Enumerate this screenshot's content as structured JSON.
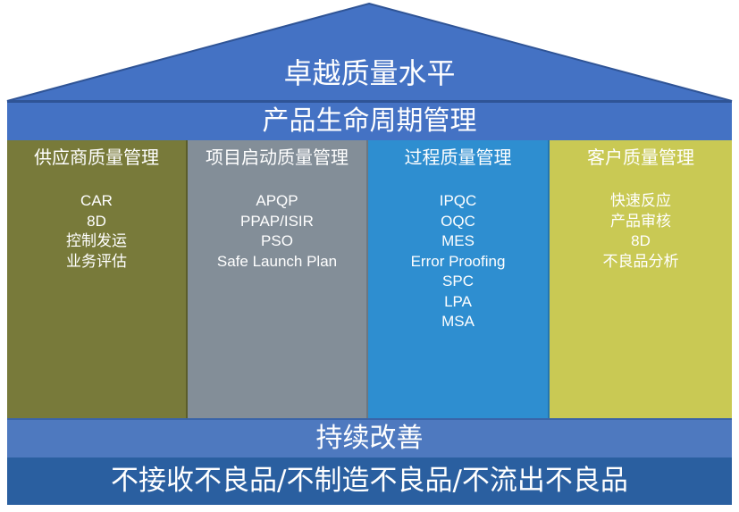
{
  "roof": {
    "title": "卓越质量水平",
    "fill": "#4472c4",
    "stroke": "#2f5496"
  },
  "bands": {
    "lifecycle": "产品生命周期管理",
    "improvement": "持续改善",
    "zero_defect": "不接收不良品/不制造不良品/不流出不良品"
  },
  "pillars": [
    {
      "title": "供应商质量管理",
      "items": [
        "CAR",
        "8D",
        "控制发运",
        "业务评估"
      ],
      "color": "#787a3a"
    },
    {
      "title": "项目启动质量管理",
      "items": [
        "APQP",
        "PPAP/ISIR",
        "PSO",
        "Safe Launch Plan"
      ],
      "color": "#838e98"
    },
    {
      "title": "过程质量管理",
      "items": [
        "IPQC",
        "OQC",
        "MES",
        "Error Proofing",
        "SPC",
        "LPA",
        "MSA"
      ],
      "color": "#2e8ed0"
    },
    {
      "title": "客户质量管理",
      "items": [
        "快速反应",
        "产品审核",
        "8D",
        "不良品分析"
      ],
      "color": "#c9c954"
    }
  ]
}
